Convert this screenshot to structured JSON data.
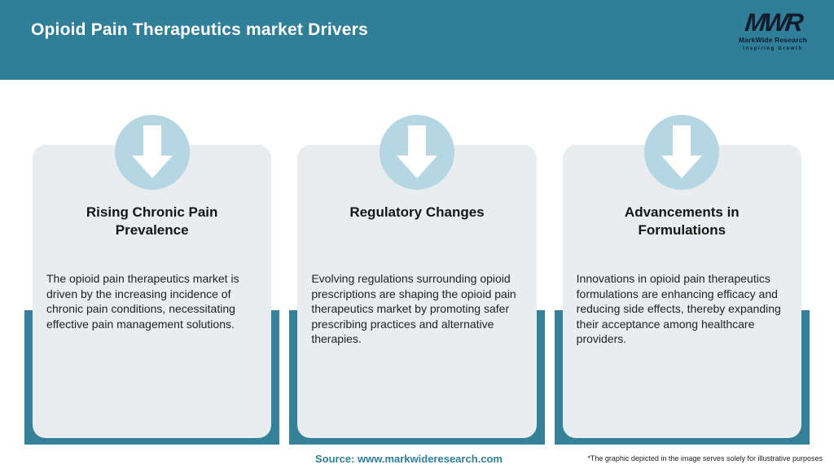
{
  "header": {
    "title": "Opioid Pain Therapeutics market Drivers"
  },
  "logo": {
    "monogram": "MWR",
    "name": "MarkWide Research",
    "tagline": "Inspiring Growth"
  },
  "icons": {
    "card_icon": "down-arrow-icon"
  },
  "cards": [
    {
      "title": "Rising Chronic Pain Prevalence",
      "description": "The opioid pain therapeutics market is driven by the increasing incidence of chronic pain conditions, necessitating effective pain management solutions."
    },
    {
      "title": "Regulatory Changes",
      "description": "Evolving regulations surrounding opioid prescriptions are shaping the opioid pain therapeutics market by promoting safer prescribing practices and alternative therapies."
    },
    {
      "title": "Advancements in Formulations",
      "description": "Innovations in opioid pain therapeutics formulations are enhancing efficacy and reducing side effects, thereby expanding their acceptance among healthcare providers."
    }
  ],
  "footer": {
    "source": "Source: www.markwideresearch.com",
    "disclaimer": "*The graphic depicted in the image serves solely for illustrative purposes"
  },
  "colors": {
    "header_teal": "#2E7F97",
    "shadow_teal": "#35819A",
    "card_gray": "#E9EDEF",
    "circle_blue": "#B5D7E3",
    "source_teal": "#2E7F97",
    "logo_navy": "#131C2D",
    "title_white": "#FFFFFF",
    "text_dark": "#222222"
  }
}
